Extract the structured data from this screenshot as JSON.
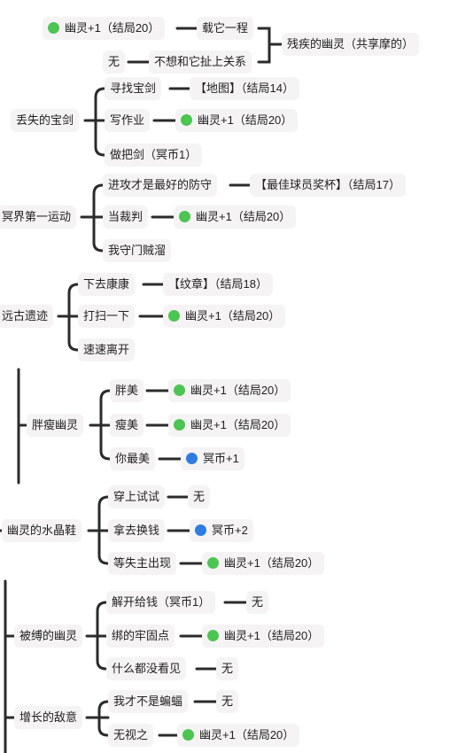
{
  "g0": {
    "a": "幽灵+1（结局20）",
    "b": "载它一程",
    "c": "无",
    "d": "不想和它扯上关系",
    "e": "残疾的幽灵（共享摩的）"
  },
  "g1": {
    "root": "丢失的宝剑",
    "o1": "寻找宝剑",
    "r1": "【地图】（结局14）",
    "o2": "写作业",
    "r2": "幽灵+1（结局20）",
    "o3": "做把剑（冥币1）"
  },
  "g2": {
    "root": "冥界第一运动",
    "o1": "进攻才是最好的防守",
    "r1": "【最佳球员奖杯】（结局17）",
    "o2": "当裁判",
    "r2": "幽灵+1（结局20）",
    "o3": "我守门贼溜"
  },
  "g3": {
    "root": "远古遗迹",
    "o1": "下去康康",
    "r1": "【纹章】（结局18）",
    "o2": "打扫一下",
    "r2": "幽灵+1（结局20）",
    "o3": "速速离开"
  },
  "g4": {
    "root": "胖瘦幽灵",
    "o1": "胖美",
    "r1": "幽灵+1（结局20）",
    "o2": "瘦美",
    "r2": "幽灵+1（结局20）",
    "o3": "你最美",
    "r3": "冥币+1"
  },
  "g5": {
    "root": "幽灵的水晶鞋",
    "o1": "穿上试试",
    "r1": "无",
    "o2": "拿去换钱",
    "r2": "冥币+2",
    "o3": "等失主出现",
    "r3": "幽灵+1（结局20）"
  },
  "g6": {
    "root": "被缚的幽灵",
    "o1": "解开给钱（冥币1）",
    "r1": "无",
    "o2": "绑的牢固点",
    "r2": "幽灵+1（结局20）",
    "o3": "什么都没看见",
    "r3": "无"
  },
  "g7": {
    "root": "增长的敌意",
    "o1": "我才不是蝙蝠",
    "r1": "无",
    "o2": "无视之",
    "r2": "幽灵+1（结局20）"
  },
  "colors": {
    "ghost_dot": "#4cc552",
    "coin_dot": "#2f7de1",
    "node_bg": "#f5f3f4",
    "line": "#2b2b2b"
  }
}
